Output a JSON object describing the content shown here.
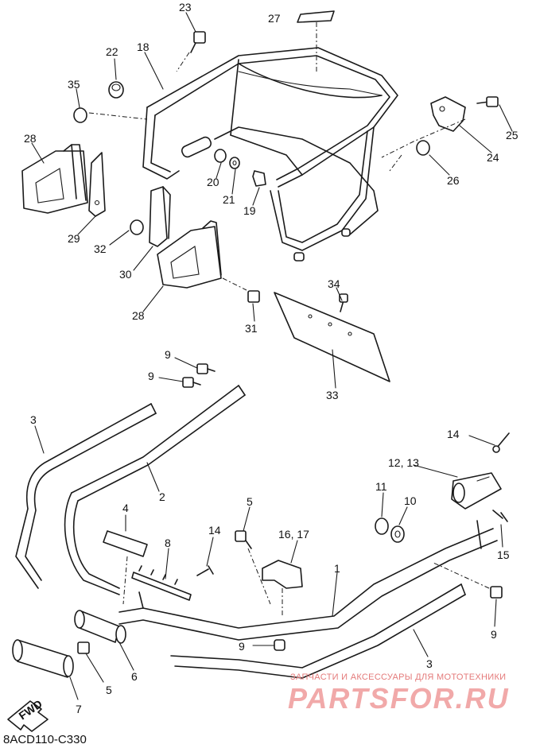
{
  "callouts": {
    "c23": "23",
    "c27": "27",
    "c22": "22",
    "c18": "18",
    "c35": "35",
    "c25": "25",
    "c24": "24",
    "c26": "26",
    "c28a": "28",
    "c20": "20",
    "c21": "21",
    "c19": "19",
    "c29": "29",
    "c32": "32",
    "c30": "30",
    "c34": "34",
    "c28b": "28",
    "c31": "31",
    "c33": "33",
    "c9a": "9",
    "c9b": "9",
    "c3a": "3",
    "c2": "2",
    "c14a": "14",
    "c1213": "12, 13",
    "c11": "11",
    "c10": "10",
    "c15": "15",
    "c4": "4",
    "c5a": "5",
    "c1617": "16, 17",
    "c8": "8",
    "c14b": "14",
    "c1": "1",
    "c9c": "9",
    "c9d": "9",
    "c3b": "3",
    "c5b": "5",
    "c6": "6",
    "c7": "7"
  },
  "fwd_label": "FWD",
  "figure_code": "8ACD110-C330",
  "watermark": {
    "subtitle": "ЗАПЧАСТИ И АКСЕССУАРЫ ДЛЯ МОТОТЕХНИКИ",
    "logo": "PARTSFOR.RU"
  }
}
